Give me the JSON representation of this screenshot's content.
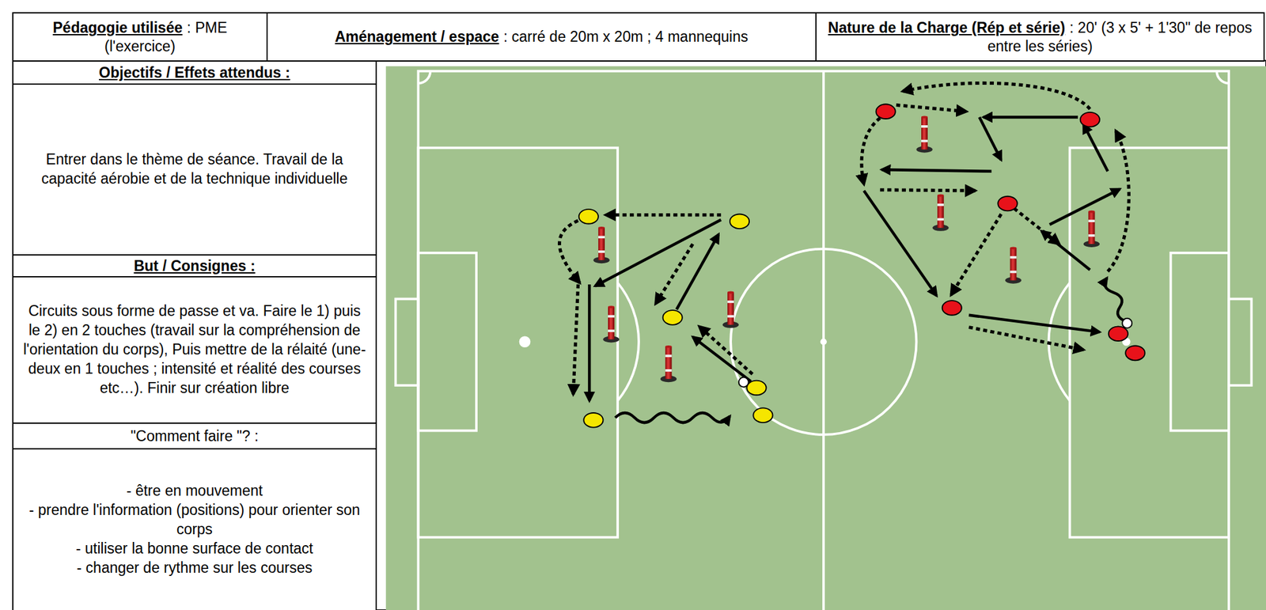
{
  "diagram": {
    "nodes": [
      {
        "text": [
          "Pédagogie utilisée",
          ": PME (l'exercice)"
        ]
      },
      {
        "text": [
          "Aménagement / espace",
          ": carré de 20m x 20m ; 4 mannequins"
        ]
      },
      {
        "text": [
          "Nature de la Charge (Rép et série)",
          ": 20' (3 x 5' + 1'30\" de repos entre les séries)"
        ]
      },
      {
        "text": [
          "Objectifs / Effets attendus :",
          "Entrer dans le thème de séance. Travail de la capacité aérobie et de la technique individuelle"
        ]
      },
      {
        "text": [
          "But / Consignes :",
          "Circuits sous forme de passe et va. Faire le 1) puis le 2) en 2 touches (travail sur la compréhension de l'orientation du corps), Puis mettre de la rélaité (une-deux en 1 touches ; intensité et réalité des courses etc…). Finir sur création libre"
        ]
      },
      {
        "text": [
          "\"Comment faire \"? :",
          "- être en mouvement",
          "- prendre l'information (positions) pour orienter son corps",
          "- utiliser la bonne surface de contact",
          "- changer de rythme sur les courses"
        ]
      }
    ]
  }
}
